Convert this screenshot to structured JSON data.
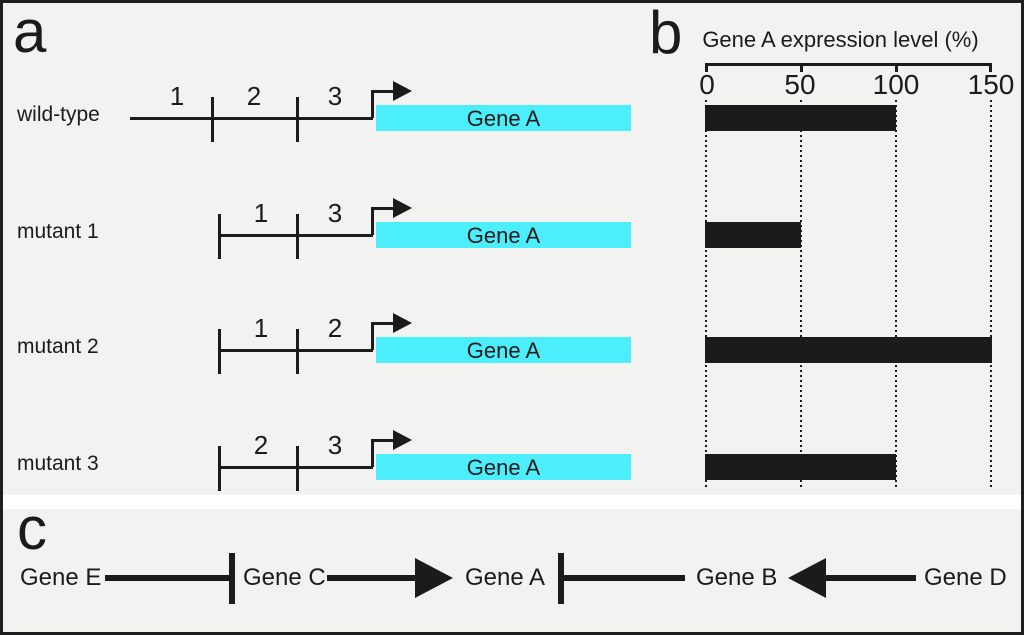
{
  "panels": {
    "a": {
      "label": "a",
      "rows": [
        {
          "name": "wild-type",
          "segments": [
            "1",
            "2",
            "3"
          ],
          "gene": "Gene A"
        },
        {
          "name": "mutant 1",
          "segments": [
            "1",
            "3"
          ],
          "gene": "Gene A"
        },
        {
          "name": "mutant 2",
          "segments": [
            "1",
            "2"
          ],
          "gene": "Gene A"
        },
        {
          "name": "mutant 3",
          "segments": [
            "2",
            "3"
          ],
          "gene": "Gene A"
        }
      ]
    },
    "b": {
      "label": "b",
      "title": "Gene A expression level (%)",
      "tick_labels": [
        "0",
        "50",
        "100",
        "150"
      ]
    },
    "c": {
      "label": "c",
      "nodes": [
        "Gene E",
        "Gene C",
        "Gene A",
        "Gene B",
        "Gene D"
      ],
      "edges": [
        {
          "from": "Gene E",
          "type": "inhibits",
          "to": "Gene C"
        },
        {
          "from": "Gene C",
          "type": "activates",
          "to": "Gene A"
        },
        {
          "from": "Gene B",
          "type": "inhibits",
          "to": "Gene A"
        },
        {
          "from": "Gene D",
          "type": "activates",
          "to": "Gene B"
        }
      ]
    }
  },
  "chart_data": {
    "type": "bar",
    "orientation": "horizontal",
    "title": "Gene A expression level (%)",
    "categories": [
      "wild-type",
      "mutant 1",
      "mutant 2",
      "mutant 3"
    ],
    "values": [
      100,
      50,
      150,
      100
    ],
    "xlim": [
      0,
      150
    ],
    "xticks": [
      0,
      50,
      100,
      150
    ],
    "grid": "dotted vertical lines at ticks",
    "bar_color": "#1b1b1b"
  },
  "colors": {
    "background": "#f2f2f1",
    "ink": "#1b1b1b",
    "gene_box": "#4deefb",
    "section_divider": "#ffffff"
  }
}
